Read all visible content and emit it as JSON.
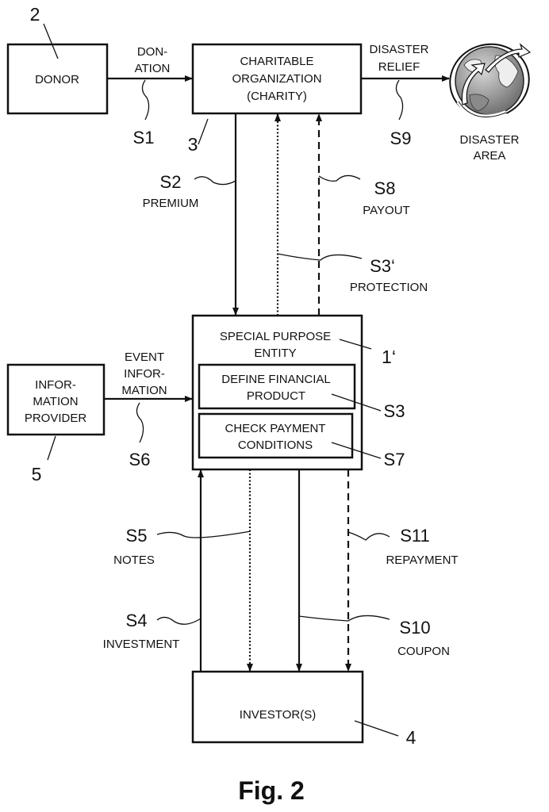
{
  "figure": {
    "caption": "Fig. 2",
    "nodes": {
      "donor": {
        "lines": [
          "DONOR"
        ],
        "ref": "2"
      },
      "charity": {
        "lines": [
          "CHARITABLE",
          "ORGANIZATION",
          "(CHARITY)"
        ],
        "ref": "3"
      },
      "disaster_area": {
        "lines": [
          "DISASTER",
          "AREA"
        ],
        "icon": "globe-icon"
      },
      "info_provider": {
        "lines": [
          "INFOR-",
          "MATION",
          "PROVIDER"
        ],
        "ref": "5"
      },
      "spe": {
        "lines": [
          "SPECIAL PURPOSE",
          "ENTITY"
        ],
        "ref": "1‘"
      },
      "define_product": {
        "lines": [
          "DEFINE FINANCIAL",
          "PRODUCT"
        ],
        "ref": "S3"
      },
      "check_payment": {
        "lines": [
          "CHECK PAYMENT",
          "CONDITIONS"
        ],
        "ref": "S7"
      },
      "investors": {
        "lines": [
          "INVESTOR(S)"
        ],
        "ref": "4"
      }
    },
    "flows": {
      "s1": {
        "step": "S1",
        "label": [
          "DON-",
          "ATION"
        ],
        "style": "solid"
      },
      "s9": {
        "step": "S9",
        "label": [
          "DISASTER",
          "RELIEF"
        ],
        "style": "solid"
      },
      "s2": {
        "step": "S2",
        "label": [
          "PREMIUM"
        ],
        "style": "solid"
      },
      "s8": {
        "step": "S8",
        "label": [
          "PAYOUT"
        ],
        "style": "dashed"
      },
      "s3p": {
        "step": "S3‘",
        "label": [
          "PROTECTION"
        ],
        "style": "dotted"
      },
      "s6": {
        "step": "S6",
        "label": [
          "EVENT",
          "INFOR-",
          "MATION"
        ],
        "style": "solid"
      },
      "s5": {
        "step": "S5",
        "label": [
          "NOTES"
        ],
        "style": "dotted"
      },
      "s11": {
        "step": "S11",
        "label": [
          "REPAYMENT"
        ],
        "style": "dashed"
      },
      "s4": {
        "step": "S4",
        "label": [
          "INVESTMENT"
        ],
        "style": "solid"
      },
      "s10": {
        "step": "S10",
        "label": [
          "COUPON"
        ],
        "style": "solid"
      }
    }
  }
}
